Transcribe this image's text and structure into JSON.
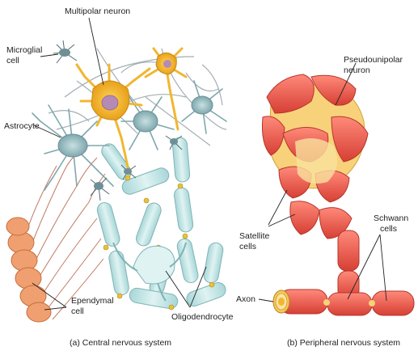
{
  "panels": {
    "cns": {
      "caption": "(a) Central nervous system",
      "labels": {
        "multipolar_neuron": "Multipolar neuron",
        "microglial_line1": "Microglial",
        "microglial_line2": "cell",
        "astrocyte": "Astrocyte",
        "ependymal_line1": "Ependymal",
        "ependymal_line2": "cell",
        "oligodendrocyte": "Oligodendrocyte"
      }
    },
    "pns": {
      "caption": "(b) Peripheral nervous system",
      "labels": {
        "pseudounipolar_line1": "Pseudounipolar",
        "pseudounipolar_line2": "neuron",
        "satellite_line1": "Satellite",
        "satellite_line2": "cells",
        "schwann_line1": "Schwann",
        "schwann_line2": "cells",
        "axon": "Axon"
      }
    }
  },
  "colors": {
    "neuron_body": "#f2b632",
    "neuron_nucleus": "#b58ab5",
    "astrocyte": "#9fc3c8",
    "oligodendrocyte": "#bfe3e3",
    "ependymal": "#f0a070",
    "satellite": "#e8584a",
    "pseudounipolar_body": "#f7d27a",
    "microglia": "#6f8f96"
  }
}
